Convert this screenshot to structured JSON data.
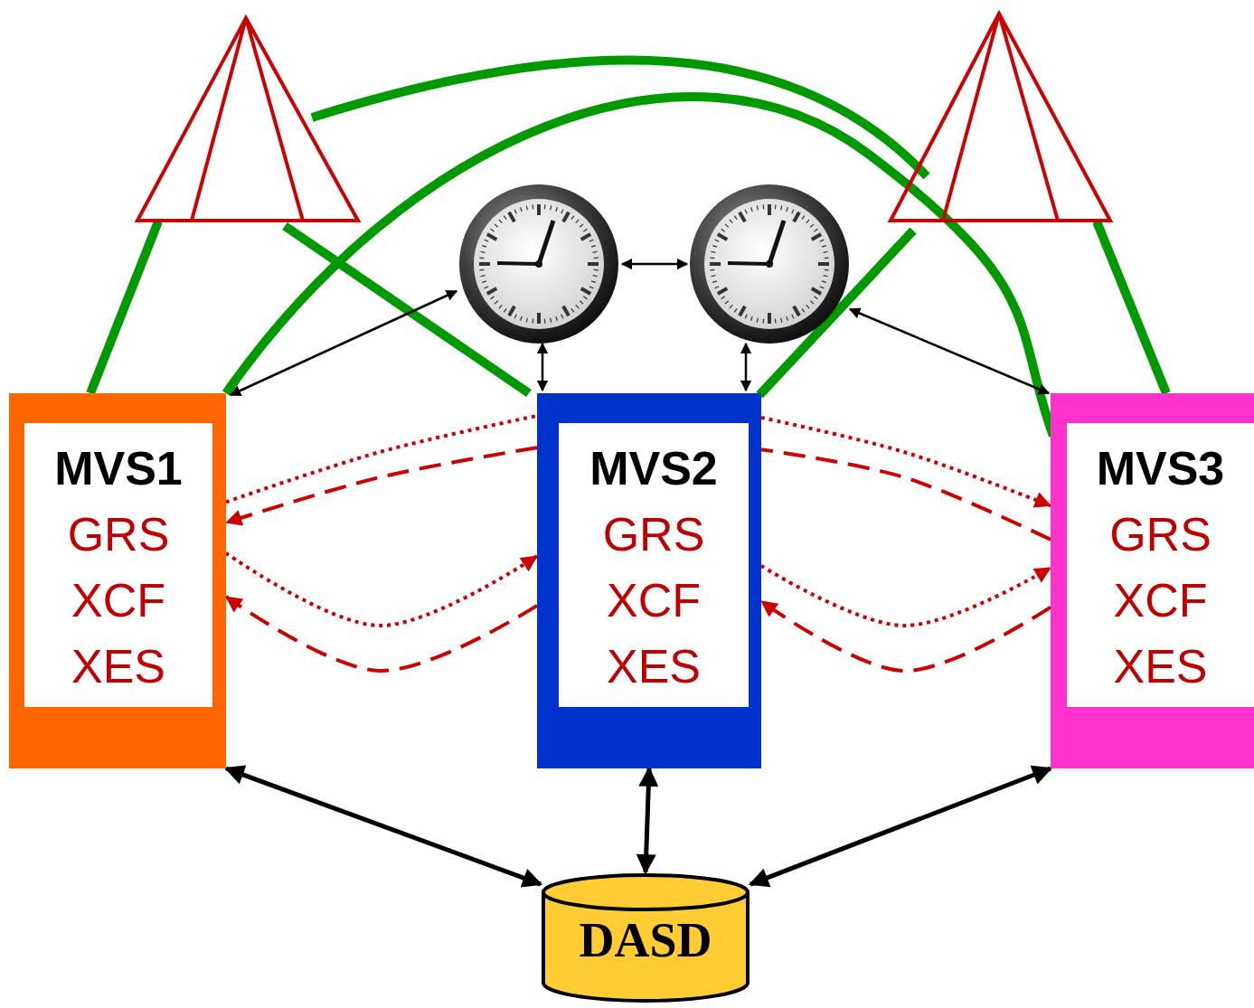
{
  "diagram": {
    "nodes": [
      {
        "text": [
          "MVS1",
          "GRS",
          "XCF",
          "XES"
        ]
      },
      {
        "text": [
          "MVS2",
          "GRS",
          "XCF",
          "XES"
        ]
      },
      {
        "text": [
          "MVS3",
          "GRS",
          "XCF",
          "XES"
        ]
      },
      {
        "text": [
          "DASD"
        ]
      }
    ],
    "edges": [
      {
        "from": 0,
        "to": 1,
        "arrow": "none"
      },
      {
        "from": 1,
        "to": 0,
        "arrow": "to"
      },
      {
        "from": 0,
        "to": 1,
        "arrow": "to"
      },
      {
        "from": 1,
        "to": 0,
        "arrow": "to"
      },
      {
        "from": 1,
        "to": 2,
        "arrow": "to"
      },
      {
        "from": 2,
        "to": 1,
        "arrow": "none"
      },
      {
        "from": 1,
        "to": 2,
        "arrow": "to"
      },
      {
        "from": 2,
        "to": 1,
        "arrow": "to"
      },
      {
        "from": 0,
        "to": 3,
        "arrow": "both"
      },
      {
        "from": 1,
        "to": 3,
        "arrow": "both"
      },
      {
        "from": 2,
        "to": 3,
        "arrow": "both"
      }
    ]
  }
}
